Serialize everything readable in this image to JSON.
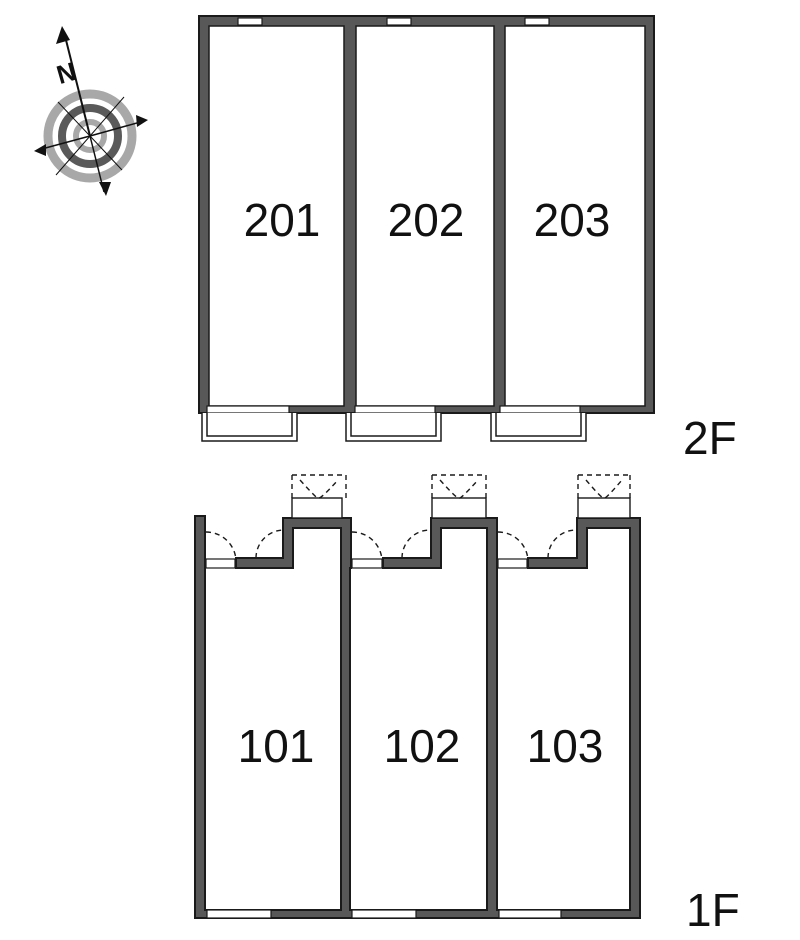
{
  "colors": {
    "wall": "#585858",
    "outline": "#1a1a1a",
    "compass_ring": "#a0a0a0",
    "compass_ring_dark": "#555555"
  },
  "compass": {
    "north_label": "N"
  },
  "floors": [
    {
      "label": "2F",
      "rooms": [
        "201",
        "202",
        "203"
      ]
    },
    {
      "label": "1F",
      "rooms": [
        "101",
        "102",
        "103"
      ]
    }
  ]
}
